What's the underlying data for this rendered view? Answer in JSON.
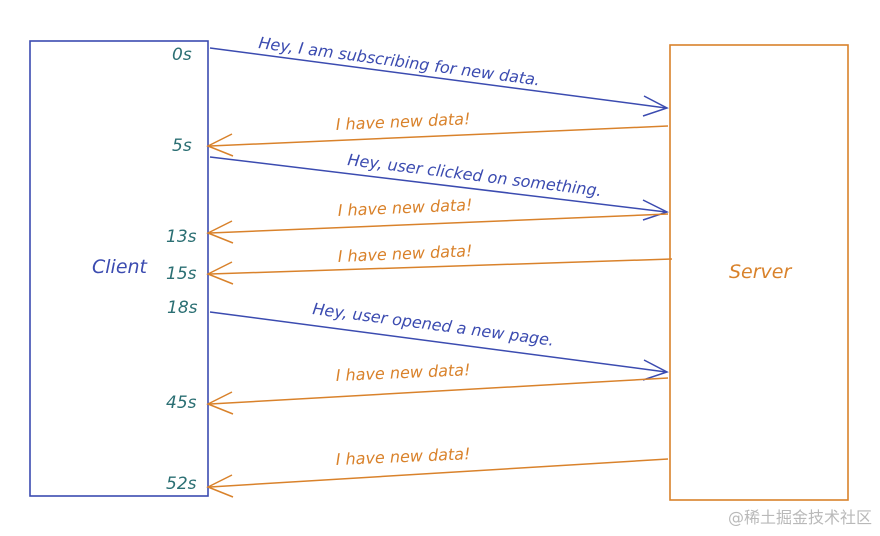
{
  "client": {
    "label": "Client"
  },
  "server": {
    "label": "Server"
  },
  "times": [
    "0s",
    "5s",
    "13s",
    "15s",
    "18s",
    "45s",
    "52s"
  ],
  "messages": {
    "subscribe": "Hey, I am subscribing for new data.",
    "clicked": "Hey, user clicked on something.",
    "opened": "Hey, user opened a new page.",
    "new_data": "I have new data!"
  },
  "watermark": "@稀土掘金技术社区",
  "colors": {
    "client": "#3b4bb0",
    "server": "#d9822b",
    "time": "#2b6f73"
  }
}
